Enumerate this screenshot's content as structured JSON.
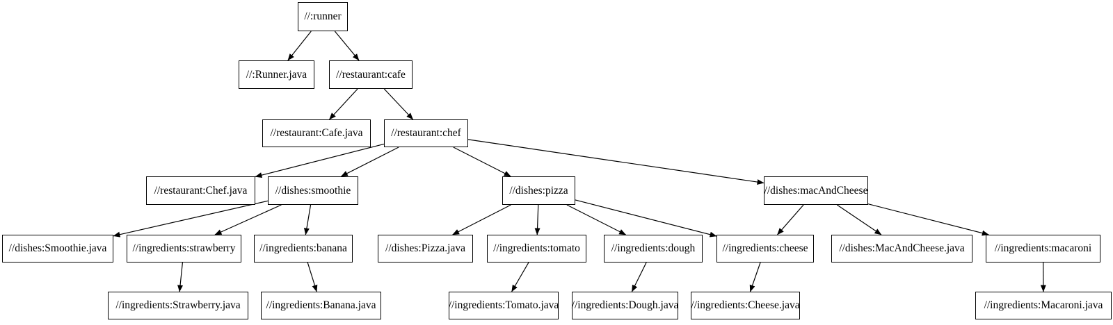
{
  "diagram": {
    "type": "dependency-graph",
    "colors": {
      "background": "#ffffff",
      "node_fill": "#ffffff",
      "node_border": "#000000",
      "edge_color": "#000000",
      "text_color": "#000000"
    },
    "nodes": [
      {
        "id": "runner",
        "label": "//:runner"
      },
      {
        "id": "runner_java",
        "label": "//:Runner.java"
      },
      {
        "id": "cafe",
        "label": "//restaurant:cafe"
      },
      {
        "id": "cafe_java",
        "label": "//restaurant:Cafe.java"
      },
      {
        "id": "chef",
        "label": "//restaurant:chef"
      },
      {
        "id": "chef_java",
        "label": "//restaurant:Chef.java"
      },
      {
        "id": "smoothie",
        "label": "//dishes:smoothie"
      },
      {
        "id": "pizza",
        "label": "//dishes:pizza"
      },
      {
        "id": "macandcheese",
        "label": "//dishes:macAndCheese"
      },
      {
        "id": "smoothie_java",
        "label": "//dishes:Smoothie.java"
      },
      {
        "id": "strawberry",
        "label": "//ingredients:strawberry"
      },
      {
        "id": "banana",
        "label": "//ingredients:banana"
      },
      {
        "id": "pizza_java",
        "label": "//dishes:Pizza.java"
      },
      {
        "id": "tomato",
        "label": "//ingredients:tomato"
      },
      {
        "id": "dough",
        "label": "//ingredients:dough"
      },
      {
        "id": "cheese",
        "label": "//ingredients:cheese"
      },
      {
        "id": "macandcheese_java",
        "label": "//dishes:MacAndCheese.java"
      },
      {
        "id": "macaroni",
        "label": "//ingredients:macaroni"
      },
      {
        "id": "strawberry_java",
        "label": "//ingredients:Strawberry.java"
      },
      {
        "id": "banana_java",
        "label": "//ingredients:Banana.java"
      },
      {
        "id": "tomato_java",
        "label": "//ingredients:Tomato.java"
      },
      {
        "id": "dough_java",
        "label": "//ingredients:Dough.java"
      },
      {
        "id": "cheese_java",
        "label": "//ingredients:Cheese.java"
      },
      {
        "id": "macaroni_java",
        "label": "//ingredients:Macaroni.java"
      }
    ],
    "edges": [
      {
        "from": "runner",
        "to": "runner_java"
      },
      {
        "from": "runner",
        "to": "cafe"
      },
      {
        "from": "cafe",
        "to": "cafe_java"
      },
      {
        "from": "cafe",
        "to": "chef"
      },
      {
        "from": "chef",
        "to": "chef_java"
      },
      {
        "from": "chef",
        "to": "smoothie"
      },
      {
        "from": "chef",
        "to": "pizza"
      },
      {
        "from": "chef",
        "to": "macandcheese"
      },
      {
        "from": "smoothie",
        "to": "smoothie_java"
      },
      {
        "from": "smoothie",
        "to": "strawberry"
      },
      {
        "from": "smoothie",
        "to": "banana"
      },
      {
        "from": "strawberry",
        "to": "strawberry_java"
      },
      {
        "from": "banana",
        "to": "banana_java"
      },
      {
        "from": "pizza",
        "to": "pizza_java"
      },
      {
        "from": "pizza",
        "to": "tomato"
      },
      {
        "from": "pizza",
        "to": "dough"
      },
      {
        "from": "pizza",
        "to": "cheese"
      },
      {
        "from": "macandcheese",
        "to": "cheese"
      },
      {
        "from": "macandcheese",
        "to": "macandcheese_java"
      },
      {
        "from": "macandcheese",
        "to": "macaroni"
      },
      {
        "from": "tomato",
        "to": "tomato_java"
      },
      {
        "from": "dough",
        "to": "dough_java"
      },
      {
        "from": "cheese",
        "to": "cheese_java"
      },
      {
        "from": "macaroni",
        "to": "macaroni_java"
      }
    ]
  }
}
